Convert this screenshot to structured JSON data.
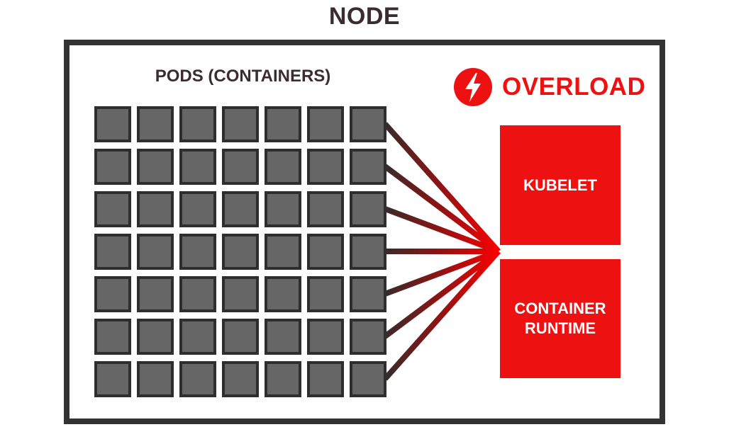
{
  "node": {
    "title": "NODE"
  },
  "pods": {
    "title": "PODS (CONTAINERS)",
    "rows": 7,
    "columns": 7
  },
  "status": {
    "label": "OVERLOAD",
    "icon": "lightning-bolt-icon",
    "color": "#ee1111"
  },
  "components": {
    "kubelet": "KUBELET",
    "runtime_line1": "CONTAINER",
    "runtime_line2": "RUNTIME"
  },
  "colors": {
    "accent": "#ee1111",
    "pod_fill": "#666666",
    "pod_border": "#2e2e2e",
    "frame": "#333333",
    "title_text": "#3a2c30"
  }
}
